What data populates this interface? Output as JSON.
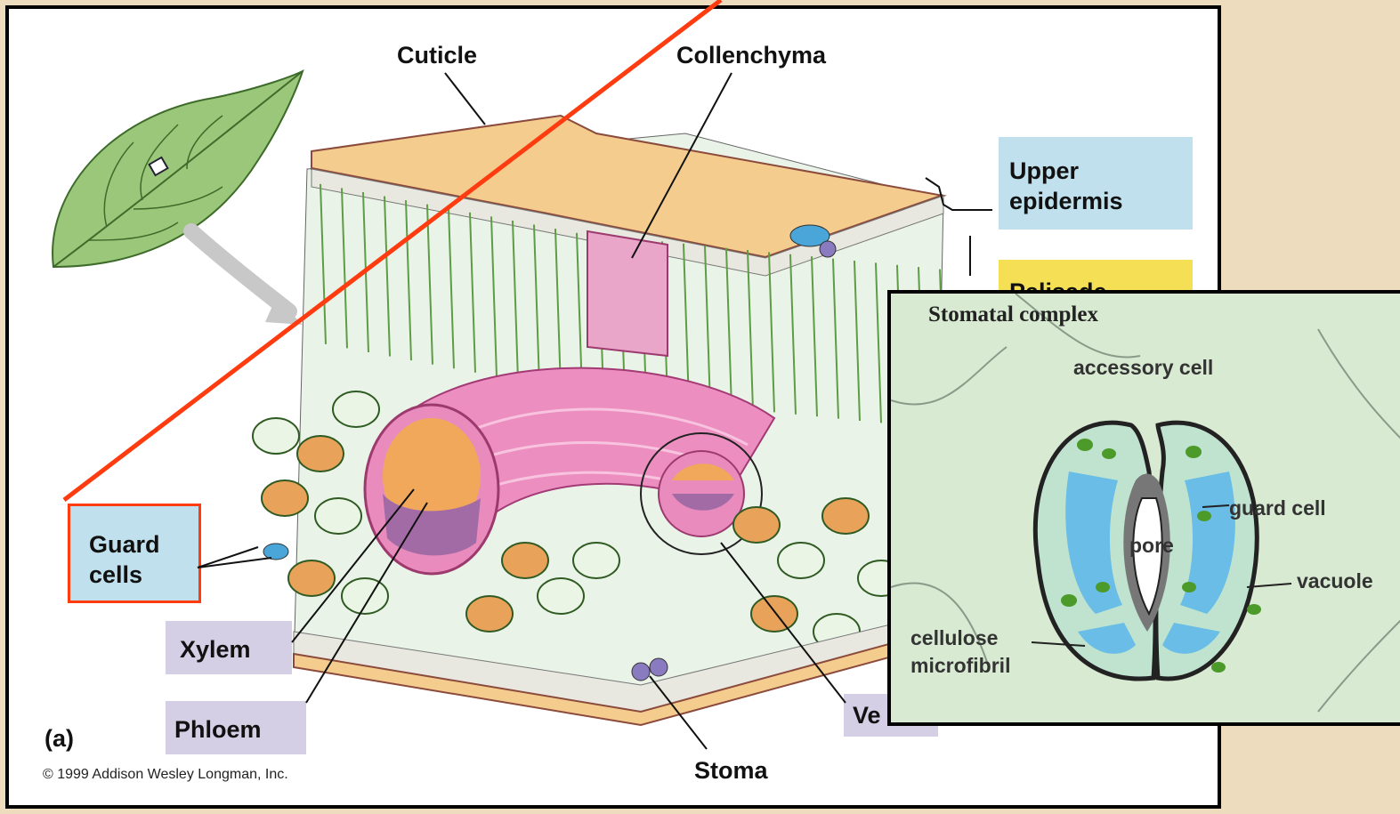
{
  "labels": {
    "cuticle": "Cuticle",
    "collenchyma": "Collenchyma",
    "upper_epidermis_line1": "Upper",
    "upper_epidermis_line2": "epidermis",
    "palisade_partial": "Palisade",
    "guard_cells_line1": "Guard",
    "guard_cells_line2": "cells",
    "xylem": "Xylem",
    "phloem": "Phloem",
    "vein_partial": "Ve",
    "stoma": "Stoma",
    "panel_letter": "(a)",
    "copyright": "© 1999 Addison Wesley Longman, Inc."
  },
  "inset": {
    "title": "Stomatal complex",
    "accessory_cell": "accessory cell",
    "guard_cell": "guard cell",
    "pore": "pore",
    "vacuole": "vacuole",
    "cellulose_line1": "cellulose",
    "cellulose_line2": "microfibril"
  },
  "colors": {
    "background": "#eedcbf",
    "highlight": "#ff3b10",
    "label_box_blue": "#bfe0ec",
    "label_box_yellow": "#f5df55",
    "label_box_purple": "#d5cfe6",
    "inset_background": "#d8ead2",
    "vacuole_blue": "#5fb8e8",
    "chloroplast_green": "#4c9a2a",
    "vein_pink": "#e277b4",
    "xylem_orange": "#f0a040"
  }
}
